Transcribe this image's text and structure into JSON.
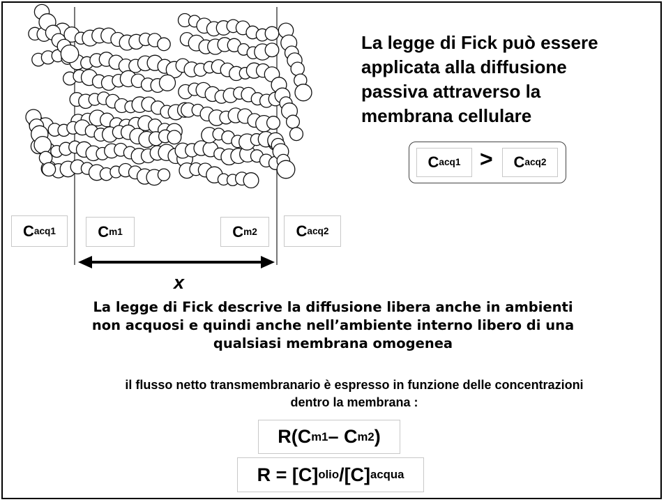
{
  "heading": {
    "lines": [
      "La legge di Fick può essere",
      "applicata alla diffusione",
      "passiva attraverso la",
      "membrana cellulare"
    ]
  },
  "inequality": {
    "left": {
      "base": "C",
      "sup": "acq",
      "sub": "1"
    },
    "operator": ">",
    "right": {
      "base": "C",
      "sup": "acq",
      "sub": "2"
    }
  },
  "labels": [
    {
      "base": "C",
      "sup": "acq",
      "sub": "1"
    },
    {
      "base": "C",
      "sup": "m",
      "sub": "1"
    },
    {
      "base": "C",
      "sup": "m",
      "sub": "2"
    },
    {
      "base": "C",
      "sup": "acq",
      "sub": "2"
    }
  ],
  "thickness_label": "x",
  "description": {
    "lines": [
      "La legge di Fick descrive la diffusione libera anche in ambienti",
      "non acquosi e quindi anche nell’ambiente interno libero di una",
      "qualsiasi membrana omogenea"
    ]
  },
  "flux_text": {
    "lines": [
      "il flusso netto transmembranario è espresso in funzione delle concentrazioni",
      "dentro la membrana :"
    ]
  },
  "formula1": {
    "prefix": "R(C",
    "sup1": "m",
    "sub1": "1",
    "mid": " – C",
    "sup2": "m",
    "sub2": "2",
    "suffix": ")"
  },
  "formula2": {
    "prefix": "R = [C]",
    "sub1": "olio",
    "mid": "/[C]",
    "sub2": "acqua"
  },
  "colors": {
    "membrane_boundary": "#777777",
    "lipid_fill": "#ffffff",
    "lipid_stroke": "#111111"
  }
}
